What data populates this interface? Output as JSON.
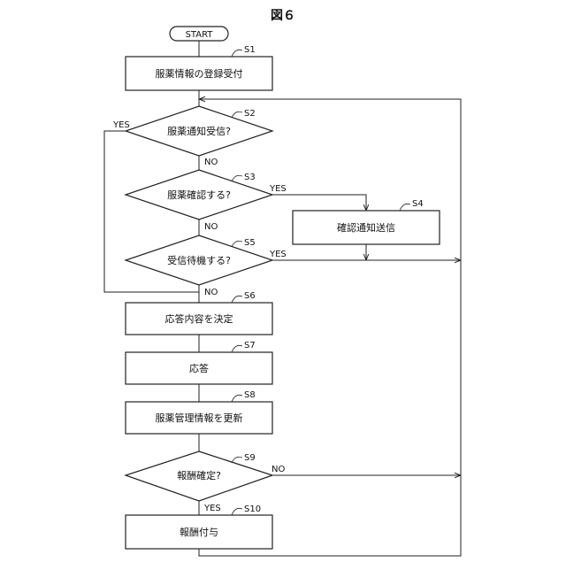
{
  "figure": {
    "title": "図６"
  },
  "terminal": {
    "start": "START"
  },
  "steps": {
    "s1": {
      "id": "S1",
      "text": "服薬情報の登録受付"
    },
    "s2": {
      "id": "S2",
      "text": "服薬通知受信?"
    },
    "s3": {
      "id": "S3",
      "text": "服薬確認する?"
    },
    "s4": {
      "id": "S4",
      "text": "確認通知送信"
    },
    "s5": {
      "id": "S5",
      "text": "受信待機する?"
    },
    "s6": {
      "id": "S6",
      "text": "応答内容を決定"
    },
    "s7": {
      "id": "S7",
      "text": "応答"
    },
    "s8": {
      "id": "S8",
      "text": "服薬管理情報を更新"
    },
    "s9": {
      "id": "S9",
      "text": "報酬確定?"
    },
    "s10": {
      "id": "S10",
      "text": "報酬付与"
    }
  },
  "branches": {
    "s2_yes": "YES",
    "s2_no": "NO",
    "s3_yes": "YES",
    "s3_no": "NO",
    "s5_yes": "YES",
    "s5_no": "NO",
    "s9_no": "NO",
    "s9_yes": "YES"
  }
}
